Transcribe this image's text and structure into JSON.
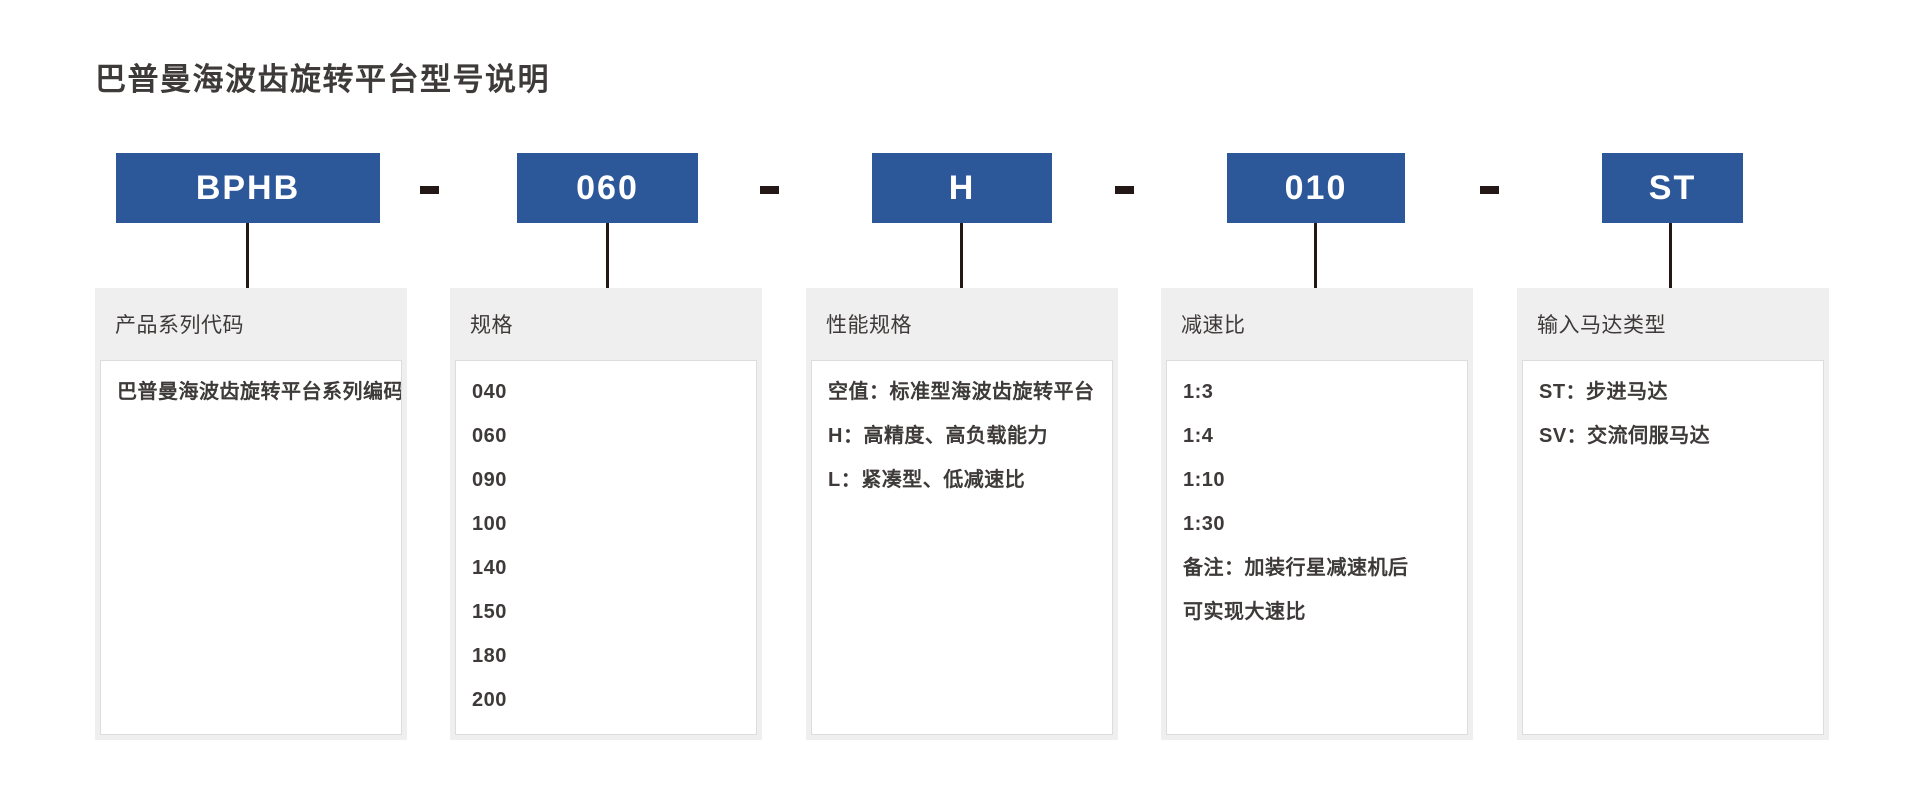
{
  "page": {
    "title": "巴普曼海波齿旋转平台型号说明"
  },
  "colors": {
    "accent_blue": "#2c5799",
    "connector_dark": "#231815",
    "panel_header_bg": "#efefef",
    "text_dark": "#3e3a39",
    "content_border": "#dcdcdc"
  },
  "model": {
    "separator": "-",
    "segments": [
      {
        "code": "BPHB",
        "label": "产品系列代码",
        "items": [
          "巴普曼海波齿旋转平台系列编码"
        ]
      },
      {
        "code": "060",
        "label": "规格",
        "items": [
          "040",
          "060",
          "090",
          "100",
          "140",
          "150",
          "180",
          "200"
        ]
      },
      {
        "code": "H",
        "label": "性能规格",
        "items": [
          "空值：标准型海波齿旋转平台",
          "H：高精度、高负载能力",
          "L：紧凑型、低减速比"
        ]
      },
      {
        "code": "010",
        "label": "减速比",
        "items": [
          "1:3",
          "1:4",
          "1:10",
          "1:30",
          "备注：加装行星减速机后",
          "可实现大速比"
        ]
      },
      {
        "code": "ST",
        "label": "输入马达类型",
        "items": [
          "ST：步进马达",
          "SV：交流伺服马达"
        ]
      }
    ]
  }
}
